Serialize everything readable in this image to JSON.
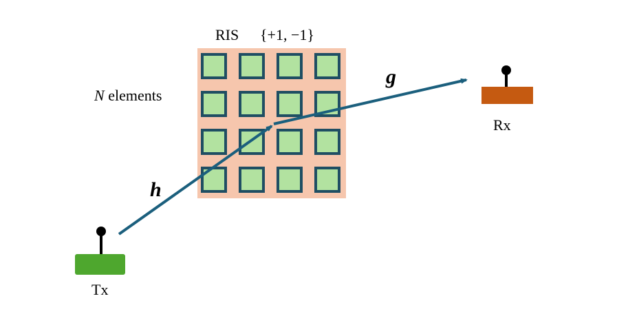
{
  "ris": {
    "label": "RIS",
    "phase_set": "{+1, −1}",
    "rows": 4,
    "cols": 4,
    "panel_color": "#f6c6ad",
    "element_fill": "#b2e2a0",
    "element_border": "#1f4e63"
  },
  "elements_label": {
    "var": "N",
    "text": " elements"
  },
  "tx": {
    "label": "Tx",
    "color": "#4ea72e"
  },
  "rx": {
    "label": "Rx",
    "color": "#c55a11"
  },
  "channels": {
    "h": "h",
    "g": "g",
    "color": "#1b5f7d"
  }
}
